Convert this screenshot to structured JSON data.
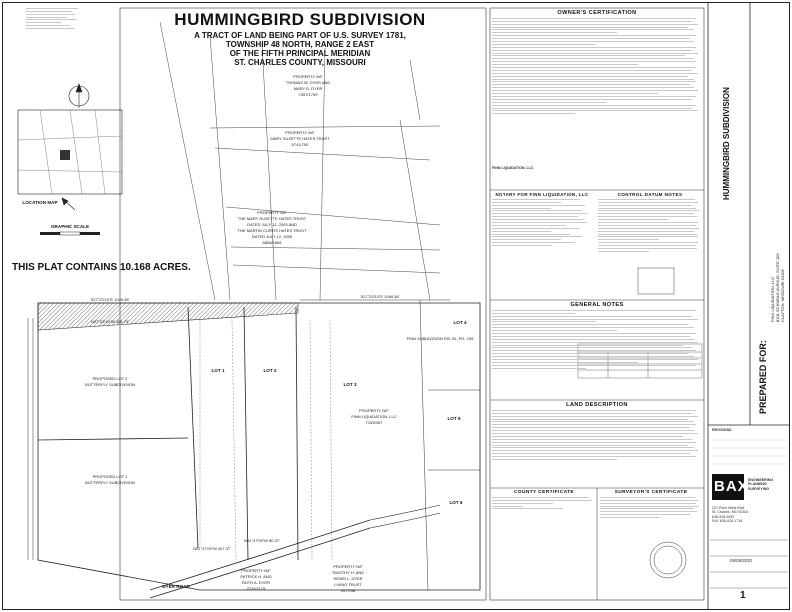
{
  "header": {
    "title": "HUMMINGBIRD SUBDIVISION",
    "subtitle_lines": [
      "A TRACT OF LAND BEING PART OF U.S. SURVEY 1781,",
      "TOWNSHIP 48 NORTH, RANGE 2 EAST",
      "OF THE FIFTH PRINCIPAL MERIDIAN",
      "ST. CHARLES COUNTY, MISSOURI"
    ]
  },
  "plat_note": "THIS PLAT CONTAINS 10.168 ACRES.",
  "map_labels": {
    "location_map": "LOCATION MAP",
    "graphic_scale": "GRAPHIC SCALE",
    "lot1": "LOT 1",
    "lot2": "LOT 2",
    "lot3": "LOT 3",
    "lot4": "LOT 4",
    "lot5": "LOT 5",
    "lot6": "LOT 6",
    "proposed_lot2": [
      "PROPOSED LOT 2",
      "BUTTERFLY SUBDIVISION"
    ],
    "proposed_lot1": [
      "PROPOSED LOT 1",
      "BUTTERFLY SUBDIVISION"
    ],
    "prop_dyer": [
      "PROPERTY N/F",
      "THOMAS W. DYER AND",
      "MARY D. DYER",
      "7357/1709"
    ],
    "prop_mary1": [
      "PROPERTY N/F",
      "MARY SUZETTE HATES TRUST",
      "6741/750"
    ],
    "prop_mary2": [
      "PROPERTY N/F",
      "THE MARY SUZETTE HATES TRUST",
      "DATED JULY 12, 2005 AND",
      "THE MARTIN CURTIS HATES TRUST",
      "DATED JULY 12, 2005",
      "6806/1665"
    ],
    "prop_finn": [
      "PROPERTY N/F",
      "FINN LIQUIDATION, LLC",
      "7159/457"
    ],
    "prop_patrick": [
      "PROPERTY N/F",
      "PATRICK H. AND",
      "RUTH A. DYER",
      "2376/1179"
    ],
    "prop_timothy": [
      "PROPERTY N/F",
      "TIMOTHY H. AND",
      "HENRI L. DYER",
      "LIVING TRUST",
      "2077/38"
    ],
    "dyer_road": "DYER ROAD",
    "finn_pb": "FINN SUBDIVISION P.B. 51, PG. 159",
    "bearing1": "S27°23'10\"E 1049.38'",
    "bearing2": "N27°23'10\"W 356.79'",
    "bearing3": "S27°23'10\"E 1049.38'",
    "bearing4": "N01°47'09\"W 80.37'",
    "bearing5": "N01°47'09\"W 407.37'"
  },
  "sections": {
    "owner_cert": "OWNER'S CERTIFICATION",
    "owner_name": "FINN LIQUIDATION, LLC",
    "notary": "NOTARY FOR FINN LIQUIDATION, LLC",
    "control_datum": "CONTROL DATUM NOTES",
    "general_notes": "GENERAL NOTES",
    "land_description": "LAND DESCRIPTION",
    "county_cert": "COUNTY CERTIFICATE",
    "surveyor_cert": "SURVEYOR'S CERTIFICATE",
    "revisions": "REVISIONS"
  },
  "title_block": {
    "project": "HUMMINGBIRD SUBDIVISION",
    "prepared_for": "PREPARED FOR:",
    "client_lines": [
      "FINN LIQUIDATION, LLC",
      "8101 SCHMOLE AVENUE, SUITE 100",
      "CLAYTON, MISSOURI 63105"
    ],
    "firm_logo": "BAX",
    "firm_name": [
      "ENGINEERING",
      "PLANNING",
      "SURVEYING"
    ],
    "firm_address": [
      "221 Point West Blvd.",
      "St. Charles, MO 63301",
      "636-928-5552",
      "FAX 636-928-1718"
    ],
    "sheet_no": "1",
    "date": "09/08/2020"
  },
  "colors": {
    "ink": "#111111",
    "hatch": "#555555",
    "gridline": "#c9c9c9"
  }
}
